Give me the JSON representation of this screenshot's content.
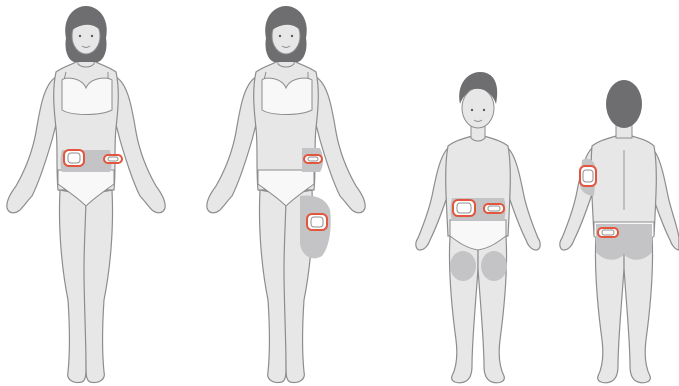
{
  "colors": {
    "background": "#ffffff",
    "skin": "#e7e7e8",
    "outline": "#8d8d8f",
    "hair": "#6e6e70",
    "hair_dark": "#5b5b5d",
    "underwear": "#f8f8f8",
    "site_zone": "#c4c4c6",
    "sensor_ring": "#e2563d",
    "sensor_body": "#ffffff"
  },
  "figures": [
    {
      "name": "adult-front",
      "icon": "adult-body-front-icon",
      "sites": [
        "abdomen-right",
        "abdomen-left"
      ]
    },
    {
      "name": "adult-front-thigh",
      "icon": "adult-body-front-icon",
      "sites": [
        "abdomen-left",
        "thigh-left"
      ]
    },
    {
      "name": "child-front",
      "icon": "child-body-front-icon",
      "sites": [
        "abdomen-right",
        "abdomen-left"
      ]
    },
    {
      "name": "child-back",
      "icon": "child-body-back-icon",
      "sites": [
        "upper-arm-back",
        "upper-buttock"
      ]
    }
  ]
}
